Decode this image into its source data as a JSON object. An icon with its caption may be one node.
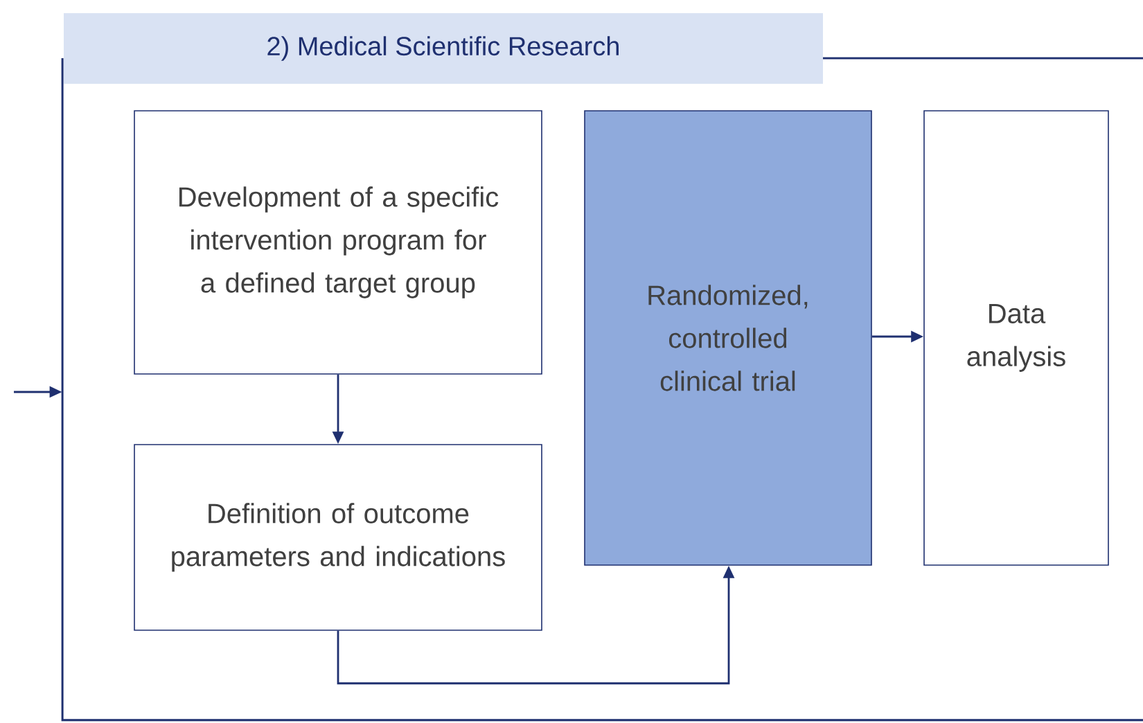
{
  "diagram": {
    "nodes": [
      {
        "text": [
          "2) Medical Scientific Research"
        ]
      },
      {
        "text": [
          "Development of a specific intervention program for a defined target group"
        ],
        "in": 0
      },
      {
        "text": [
          "Definition of outcome parameters and indications"
        ],
        "in": 0
      },
      {
        "text": [
          "Randomized, controlled clinical trial"
        ],
        "in": 0
      },
      {
        "text": [
          "Data analysis"
        ],
        "in": 0
      }
    ],
    "edges": [
      {
        "from": null,
        "to": 0,
        "arrow": "to"
      },
      {
        "from": 1,
        "to": 2,
        "arrow": "to"
      },
      {
        "from": 2,
        "to": 3,
        "arrow": "to"
      },
      {
        "from": 3,
        "to": 4,
        "arrow": "to"
      }
    ]
  }
}
